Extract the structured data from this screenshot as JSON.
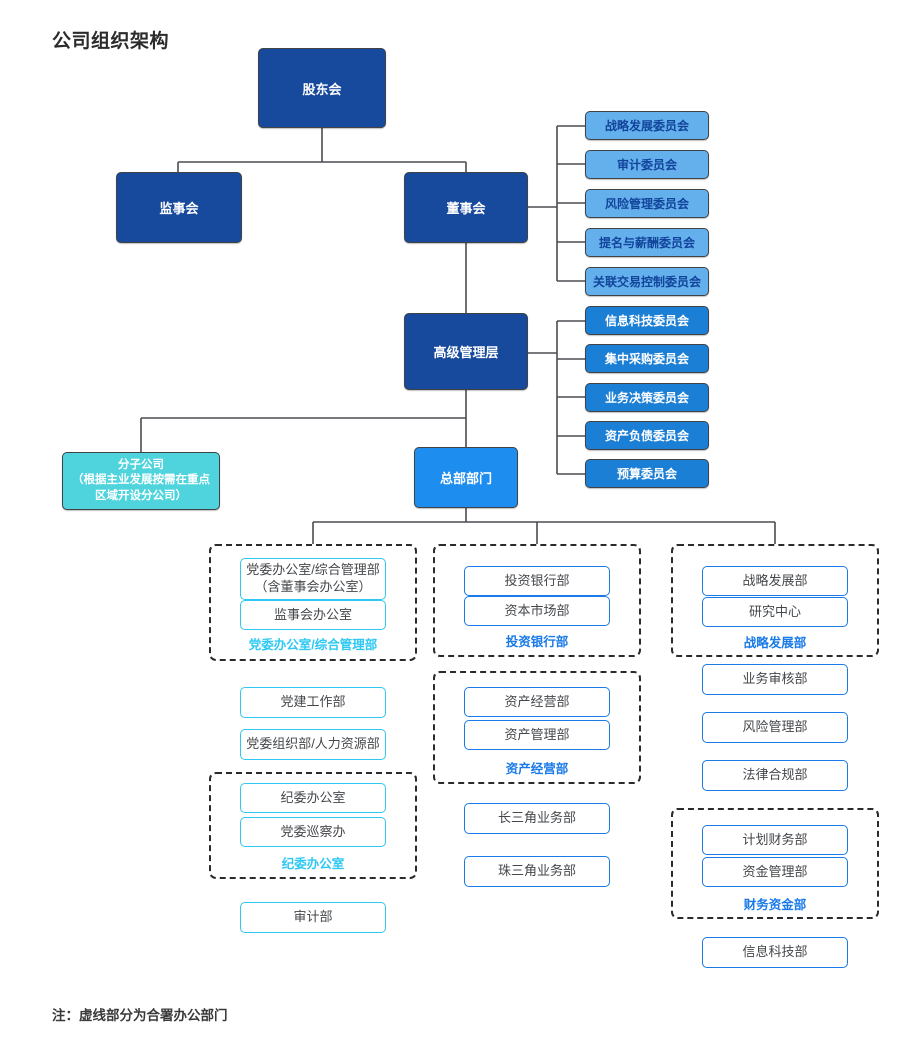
{
  "page": {
    "title": "公司组织架构",
    "footnote": "注：虚线部分为合署办公部门"
  },
  "colors": {
    "governance_blue": "#17499c",
    "committee_light_blue": "#64b0ec",
    "committee_mid_blue": "#1c7fd6",
    "headquarters_blue": "#1d8ef0",
    "subsidiary_teal": "#4fd4dd",
    "dept_border_cyan": "#2ec8f3",
    "dept_border_blue": "#1a7ae8",
    "dashed_group": "#2b2b2b"
  },
  "governance": {
    "shareholders": "股东会",
    "supervisors": "监事会",
    "board": "董事会",
    "senior_management": "高级管理层",
    "subsidiary": "分子公司\n（根据主业发展按需在重点\n区域开设分公司）",
    "subsidiary_line1": "分子公司",
    "subsidiary_line2": "（根据主业发展按需在重点",
    "subsidiary_line3": "区域开设分公司）",
    "headquarters": "总部部门"
  },
  "board_committees": [
    {
      "label": "战略发展委员会"
    },
    {
      "label": "审计委员会"
    },
    {
      "label": "风险管理委员会"
    },
    {
      "label": "提名与薪酬委员会"
    },
    {
      "label": "关联交易控制委员会"
    }
  ],
  "management_committees": [
    {
      "label": "信息科技委员会"
    },
    {
      "label": "集中采购委员会"
    },
    {
      "label": "业务决策委员会"
    },
    {
      "label": "资产负债委员会"
    },
    {
      "label": "预算委员会"
    }
  ],
  "columns": {
    "left": {
      "groups": [
        {
          "label": "党委办公室/综合管理部",
          "items": [
            {
              "line1": "党委办公室/综合管理部",
              "line2": "（含董事会办公室）"
            },
            {
              "line1": "监事会办公室",
              "line2": ""
            }
          ]
        },
        {
          "label": "纪委办公室",
          "items": [
            {
              "line1": "纪委办公室",
              "line2": ""
            },
            {
              "line1": "党委巡察办",
              "line2": ""
            }
          ]
        }
      ],
      "singles": [
        {
          "label": "党建工作部"
        },
        {
          "label": "党委组织部/人力资源部"
        },
        {
          "label": "审计部"
        }
      ]
    },
    "middle": {
      "groups": [
        {
          "label": "投资银行部",
          "items": [
            {
              "line1": "投资银行部",
              "line2": ""
            },
            {
              "line1": "资本市场部",
              "line2": ""
            }
          ]
        },
        {
          "label": "资产经营部",
          "items": [
            {
              "line1": "资产经营部",
              "line2": ""
            },
            {
              "line1": "资产管理部",
              "line2": ""
            }
          ]
        }
      ],
      "singles": [
        {
          "label": "长三角业务部"
        },
        {
          "label": "珠三角业务部"
        }
      ]
    },
    "right": {
      "groups": [
        {
          "label": "战略发展部",
          "items": [
            {
              "line1": "战略发展部",
              "line2": ""
            },
            {
              "line1": "研究中心",
              "line2": ""
            }
          ]
        },
        {
          "label": "财务资金部",
          "items": [
            {
              "line1": "计划财务部",
              "line2": ""
            },
            {
              "line1": "资金管理部",
              "line2": ""
            }
          ]
        }
      ],
      "singles": [
        {
          "label": "业务审核部"
        },
        {
          "label": "风险管理部"
        },
        {
          "label": "法律合规部"
        },
        {
          "label": "信息科技部"
        }
      ]
    }
  }
}
